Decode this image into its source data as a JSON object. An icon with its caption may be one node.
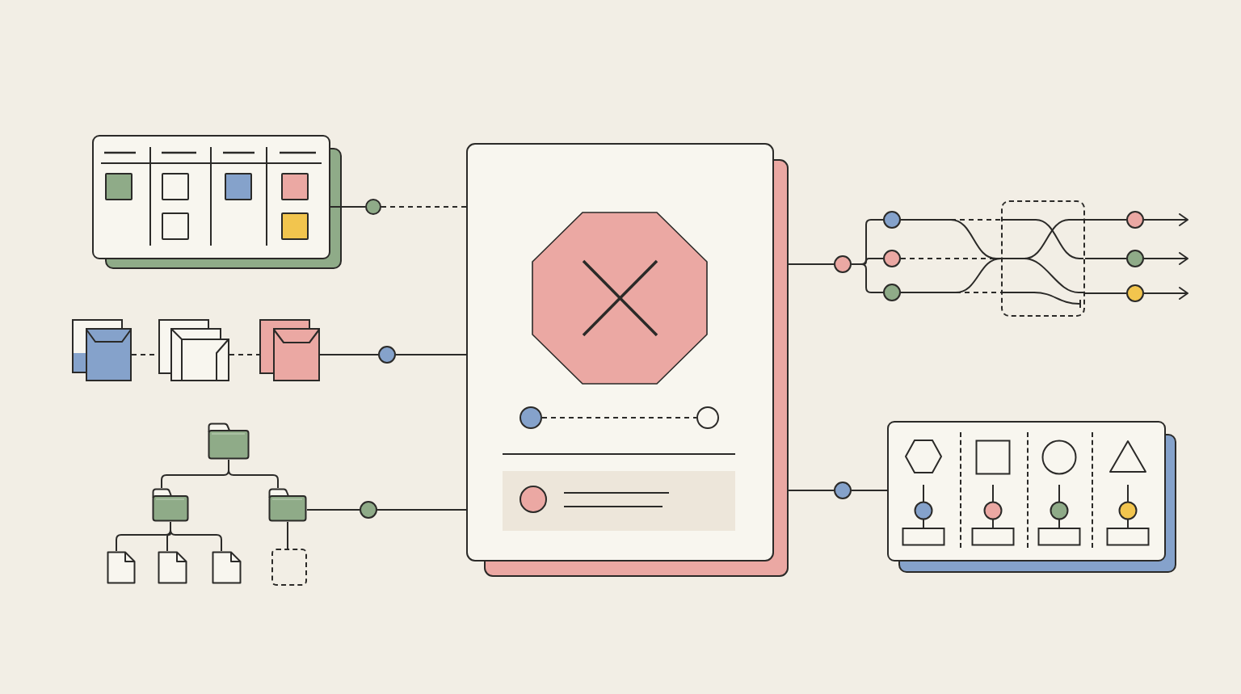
{
  "diagram": {
    "nodes": [
      {
        "text": [],
        "shape": "picture"
      },
      {
        "text": [],
        "shape": "circle"
      },
      {
        "text": [],
        "shape": "envelope"
      },
      {
        "text": [],
        "shape": "envelope"
      },
      {
        "text": [],
        "shape": "envelope"
      },
      {
        "text": [],
        "shape": "circle"
      },
      {
        "text": [],
        "shape": "folder"
      },
      {
        "text": [],
        "shape": "folder"
      },
      {
        "text": [],
        "shape": "folder"
      },
      {
        "text": [],
        "shape": "document"
      },
      {
        "text": [],
        "shape": "document"
      },
      {
        "text": [],
        "shape": "document"
      },
      {
        "text": [],
        "shape": "box"
      },
      {
        "text": [],
        "shape": "circle"
      },
      {
        "text": [],
        "shape": "box"
      },
      {
        "text": [],
        "shape": "circle",
        "in": 14
      },
      {
        "text": [],
        "shape": "circle",
        "in": 14
      },
      {
        "text": [],
        "shape": "circle"
      },
      {
        "text": [],
        "shape": "circle"
      },
      {
        "text": [],
        "shape": "circle"
      },
      {
        "text": [],
        "shape": "circle"
      },
      {
        "text": [],
        "shape": "box"
      },
      {
        "text": [],
        "shape": "circle"
      },
      {
        "text": [],
        "shape": "circle"
      },
      {
        "text": [],
        "shape": "circle"
      },
      {
        "text": [],
        "shape": "circle"
      },
      {
        "text": [],
        "shape": "picture"
      }
    ],
    "edges": [
      {
        "from": 0,
        "to": 1,
        "arrow": "none"
      },
      {
        "from": 1,
        "to": 14,
        "arrow": "none",
        "style": "dashed"
      },
      {
        "from": 2,
        "to": 3,
        "arrow": "none",
        "style": "dashed"
      },
      {
        "from": 3,
        "to": 4,
        "arrow": "none",
        "style": "dashed"
      },
      {
        "from": 4,
        "to": 5,
        "arrow": "none"
      },
      {
        "from": 5,
        "to": 14,
        "arrow": "none"
      },
      {
        "from": 6,
        "to": 7,
        "arrow": "none"
      },
      {
        "from": 6,
        "to": 8,
        "arrow": "none"
      },
      {
        "from": 7,
        "to": 9,
        "arrow": "none"
      },
      {
        "from": 7,
        "to": 10,
        "arrow": "none"
      },
      {
        "from": 7,
        "to": 11,
        "arrow": "none"
      },
      {
        "from": 8,
        "to": 12,
        "arrow": "none"
      },
      {
        "from": 8,
        "to": 13,
        "arrow": "none"
      },
      {
        "from": 13,
        "to": 14,
        "arrow": "none"
      },
      {
        "from": 15,
        "to": 16,
        "arrow": "none",
        "style": "dashed"
      },
      {
        "from": 14,
        "to": 17,
        "arrow": "none"
      },
      {
        "from": 17,
        "to": 18,
        "arrow": "none"
      },
      {
        "from": 17,
        "to": 19,
        "arrow": "none"
      },
      {
        "from": 17,
        "to": 20,
        "arrow": "none"
      },
      {
        "from": 18,
        "to": 21,
        "arrow": "none"
      },
      {
        "from": 19,
        "to": 21,
        "arrow": "none",
        "style": "dashed"
      },
      {
        "from": 20,
        "to": 21,
        "arrow": "none"
      },
      {
        "from": 21,
        "to": 22,
        "arrow": "none"
      },
      {
        "from": 21,
        "to": 23,
        "arrow": "none"
      },
      {
        "from": 21,
        "to": 24,
        "arrow": "none"
      },
      {
        "from": 22,
        "to": null,
        "arrow": "to"
      },
      {
        "from": 23,
        "to": null,
        "arrow": "to"
      },
      {
        "from": 24,
        "to": null,
        "arrow": "to"
      },
      {
        "from": 14,
        "to": 25,
        "arrow": "none"
      },
      {
        "from": 25,
        "to": 26,
        "arrow": "none"
      }
    ]
  }
}
